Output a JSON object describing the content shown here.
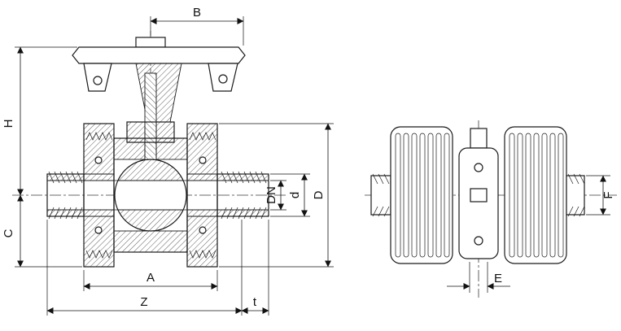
{
  "dimensions": {
    "b": "B",
    "h": "H",
    "c": "C",
    "dn": "DN",
    "d": "d",
    "D": "D",
    "a": "A",
    "z": "Z",
    "t": "t",
    "f": "F",
    "e": "E"
  }
}
